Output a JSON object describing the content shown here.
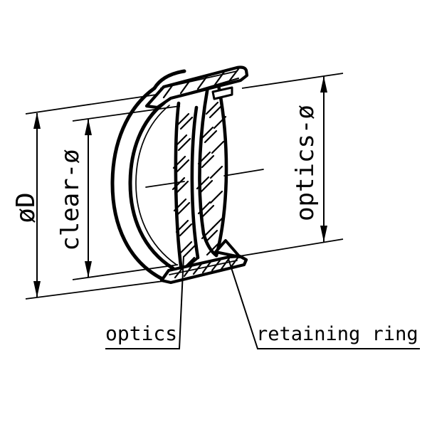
{
  "drawing": {
    "dimensions": {
      "outer_diameter_label": "øD",
      "clear_aperture_label": "clear-ø",
      "optics_diameter_label": "optics-ø"
    },
    "callouts": {
      "optics_label": "optics",
      "retaining_ring_label": "retaining ring"
    },
    "colors": {
      "line": "#000000",
      "background": "#ffffff"
    }
  }
}
